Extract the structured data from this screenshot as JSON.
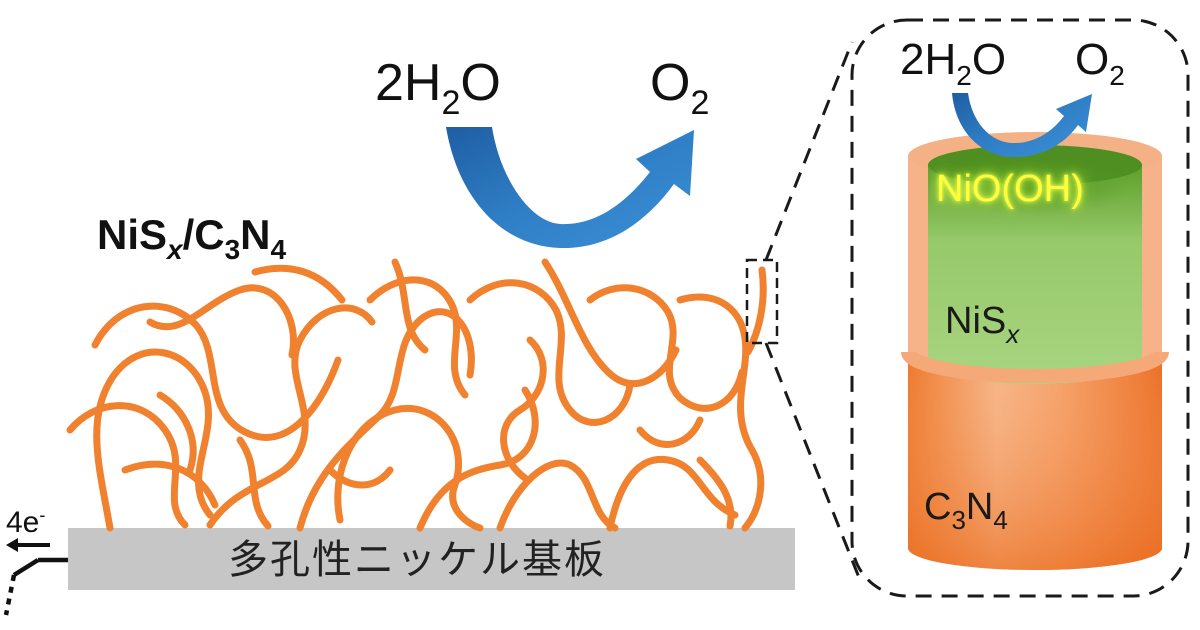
{
  "reaction": {
    "reactant_coef": "2H",
    "reactant_sub": "2",
    "reactant_tail": "O",
    "product_main": "O",
    "product_sub": "2"
  },
  "catalyst": {
    "name_a": "NiS",
    "name_a_sub": "x",
    "slash": "/C",
    "name_b_sub1": "3",
    "name_b_mid": "N",
    "name_b_sub2": "4"
  },
  "substrate": {
    "label": "多孔性ニッケル基板"
  },
  "electrons": {
    "label": "4e",
    "charge": "-"
  },
  "inset": {
    "surface_layer": "NiO(OH)",
    "middle_layer": "NiS",
    "middle_layer_sub": "x",
    "core_c": "C",
    "core_c_sub": "3",
    "core_n": "N",
    "core_n_sub": "4"
  },
  "colors": {
    "fiber": "#f0822f",
    "arrow": "#2f78bf",
    "substrate": "#c6c6c6",
    "nis": "#a6d37c",
    "surface_glow": "#ffff3a",
    "c3n4": "#ee7a33"
  }
}
